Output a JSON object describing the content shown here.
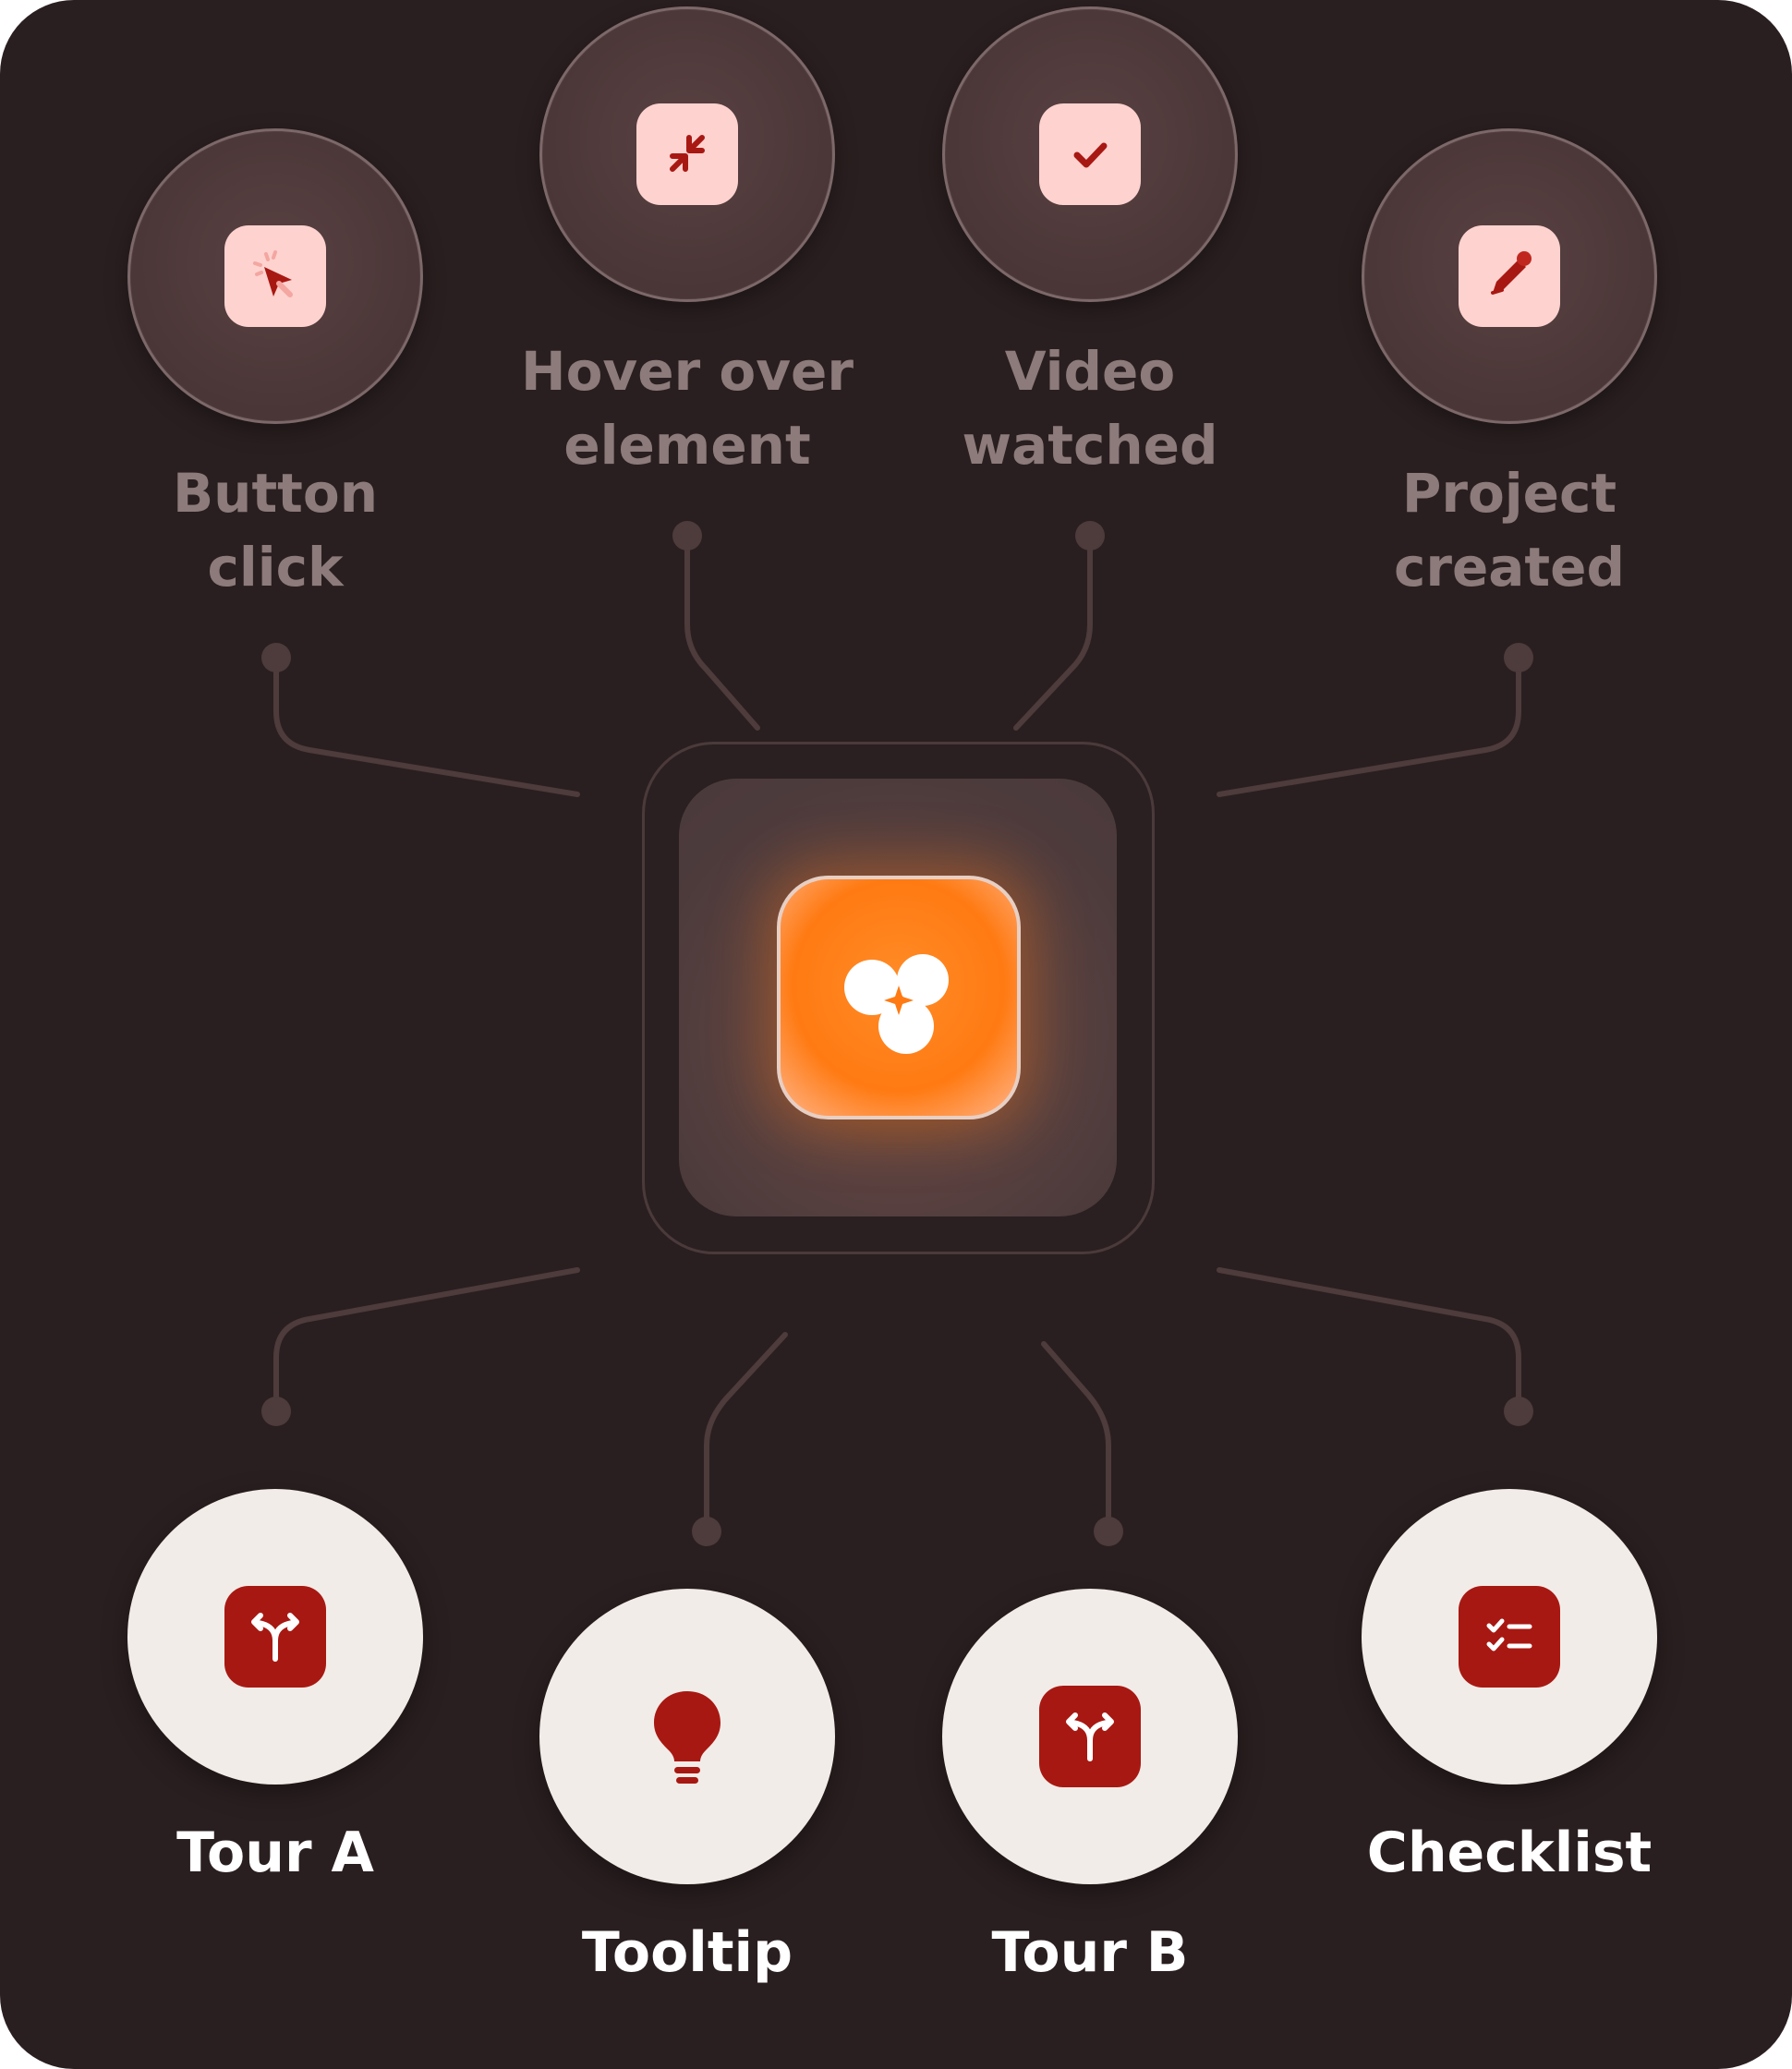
{
  "diagram": {
    "colors": {
      "background": "#2a1f20",
      "trigger_node": "#4a3637",
      "trigger_icon_tile": "#fdd2cf",
      "trigger_icon_glyph": "#a81812",
      "trigger_label": "#8d7b7b",
      "outcome_node": "#f2ece8",
      "outcome_icon_tile": "#a81812",
      "outcome_label": "#ffffff",
      "hub_core": "#ff7a12",
      "connector": "#4e3b3c"
    },
    "hub": {
      "icon": "three-circles-sparkle-icon"
    },
    "triggers": [
      {
        "id": "button-click",
        "icon": "cursor-click-icon",
        "label_lines": [
          "Button",
          "click"
        ]
      },
      {
        "id": "hover-over-element",
        "icon": "shrink-arrows-icon",
        "label_lines": [
          "Hover over",
          "element"
        ]
      },
      {
        "id": "video-watched",
        "icon": "checkmark-icon",
        "label_lines": [
          "Video",
          "watched"
        ]
      },
      {
        "id": "project-created",
        "icon": "pencil-edit-icon",
        "label_lines": [
          "Project",
          "created"
        ]
      }
    ],
    "outcomes": [
      {
        "id": "tour-a",
        "icon": "split-arrow-icon",
        "label": "Tour A"
      },
      {
        "id": "tooltip",
        "icon": "lightbulb-icon",
        "label": "Tooltip"
      },
      {
        "id": "tour-b",
        "icon": "split-arrow-icon",
        "label": "Tour B"
      },
      {
        "id": "checklist",
        "icon": "checklist-icon",
        "label": "Checklist"
      }
    ]
  }
}
